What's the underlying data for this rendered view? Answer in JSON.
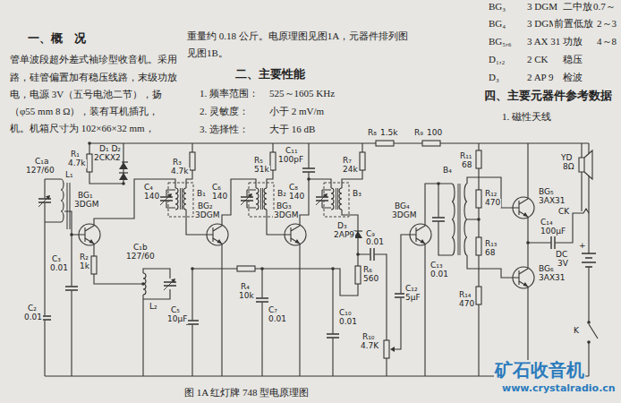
{
  "diagram": {
    "caption": "图 1A 红灯牌 748 型电原理图",
    "labels": [
      "一、概　况",
      "管单波段超外差式袖珍型收音机。采用",
      "路，硅管偏置加有稳压线路，末级功放",
      "电，电源 3V（五号电池二节），扬",
      "（φ55 mm 8 Ω），装有耳机插孔，",
      "机。机箱尺寸为 102×66×32 mm，",
      "重量约 0.18 公斤。电原理图见图1A，元器件排列图",
      "见图1B。",
      "二、主要性能",
      "1. 频率范围：",
      "525～1605 KHz",
      "2. 灵敏度：",
      "小于 2 mV/m",
      "3. 选择性：",
      "大于 16 dB",
      "BG₃",
      "3 DGM",
      "二中放",
      "0.7～",
      "BG₄",
      "3 DGM",
      "前置低放",
      "2～3",
      "BG₅,₆",
      "3 AX 31",
      "功放",
      "4～8",
      "D₁,₂",
      "2 CK",
      "稳压",
      "D₃",
      "2 AP 9",
      "检波",
      "四、主要元器件参考数据",
      "1. 磁性天线",
      "R₁",
      "4.7k",
      "D₁ D₂",
      "2CKX2",
      "C₁a",
      "127/60",
      "L₁",
      "BG₁",
      "3DGM",
      "C₃",
      "0.01",
      "C₂",
      "0.01",
      "R₂",
      "1k",
      "C₁b",
      "127/60",
      "L₂",
      "R₃",
      "4.7k",
      "C₄",
      "140",
      "B₁",
      "BG₂",
      "3DGM",
      "C₅",
      "10μF",
      "R₅",
      "51k",
      "C₆",
      "140",
      "B₂",
      "R₄",
      "10k",
      "C₇",
      "0.01",
      "BG₃",
      "3DGM",
      "C₁₁",
      "100pF",
      "C₈",
      "140",
      "B₃",
      "R₇",
      "24k",
      "R₈",
      "1.5k",
      "R₉",
      "100",
      "D₃",
      "2AP9",
      "C₉",
      "0.01",
      "R₆",
      "560",
      "C₁₀",
      "0.01",
      "C₁₂",
      "5μF",
      "R₁₀",
      "4.7K",
      "BG₄",
      "3DGM",
      "C₁₃",
      "0.01",
      "B₄",
      "R₁₁",
      "68",
      "R₁₂",
      "470",
      "R₁₃",
      "68",
      "R₁₄",
      "470",
      "BG₅",
      "3AX31",
      "BG₆",
      "3AX31",
      "C₁₄",
      "100μF",
      "YD",
      "8Ω",
      "CK",
      "DC",
      "3V",
      "+",
      "K",
      "矿石收音机",
      "www.crystalradio.cn"
    ]
  }
}
